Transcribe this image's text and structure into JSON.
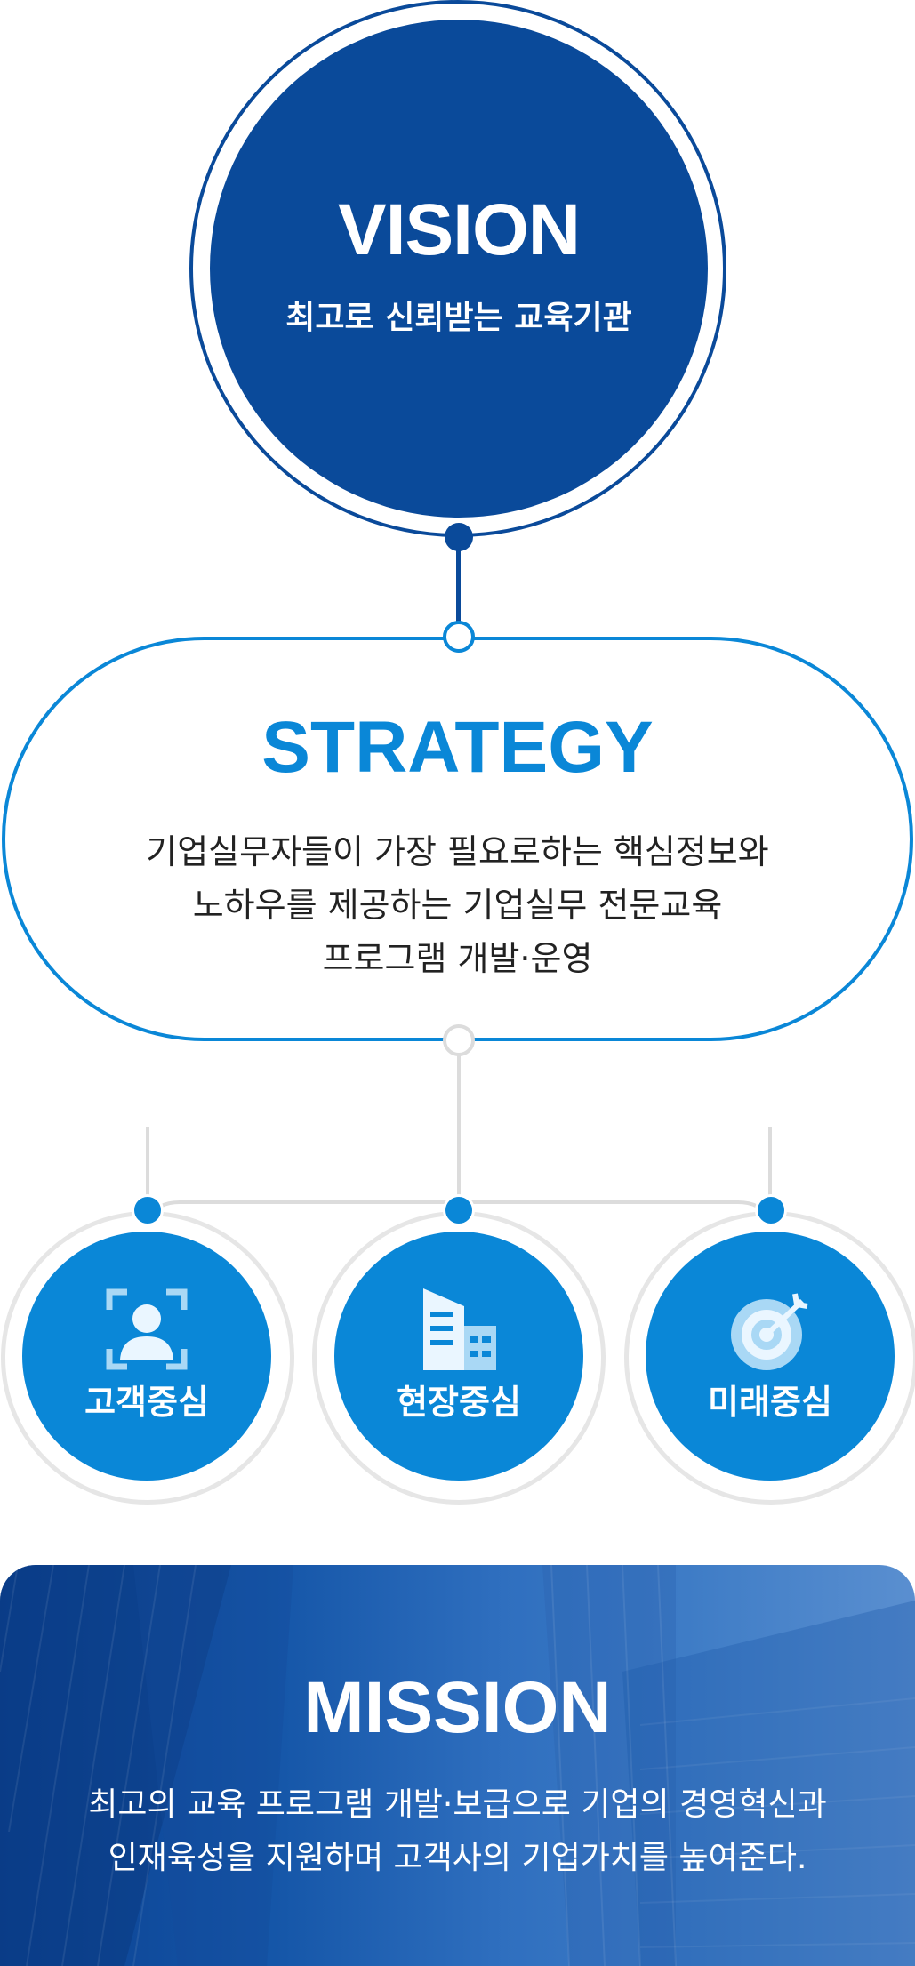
{
  "vision": {
    "title": "VISION",
    "subtitle": "최고로 신뢰받는 교육기관"
  },
  "strategy": {
    "title": "STRATEGY",
    "lines": [
      "기업실무자들이 가장 필요로하는 핵심정보와",
      "노하우를 제공하는 기업실무 전문교육",
      "프로그램 개발·운영"
    ]
  },
  "pillars": [
    {
      "label": "고객중심",
      "icon": "customer-focus-icon"
    },
    {
      "label": "현장중심",
      "icon": "building-icon"
    },
    {
      "label": "미래중심",
      "icon": "target-icon"
    }
  ],
  "mission": {
    "title": "MISSION",
    "lines": [
      "최고의 교육 프로그램 개발·보급으로 기업의 경영혁신과",
      "인재육성을 지원하며 고객사의 기업가치를 높여준다."
    ]
  },
  "colors": {
    "vision_navy": "#0a4a9a",
    "strategy_blue": "#0a87d7",
    "pillar_blue": "#0a87d7",
    "connector_gray": "#dcdcdc"
  }
}
